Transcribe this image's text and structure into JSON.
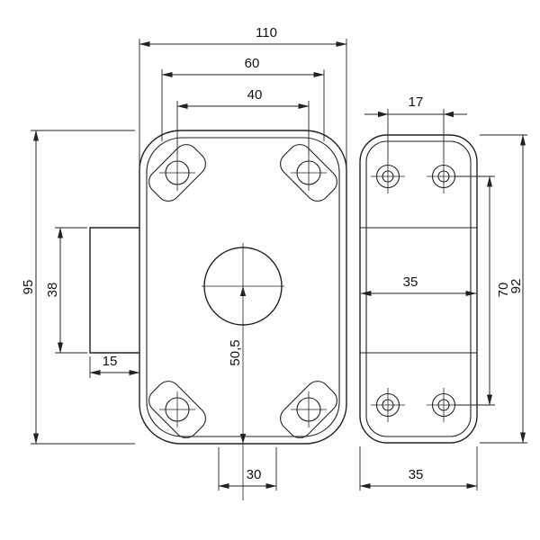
{
  "drawing": {
    "dimensions": {
      "body_width": "110",
      "top_outer_span": "60",
      "top_hole_spacing": "40",
      "plate_hole_spacing": "17",
      "body_height": "95",
      "boss_height": "38",
      "boss_width": "15",
      "axis_to_bottom": "50,5",
      "bottom_span": "30",
      "plate_width": "35",
      "plate_hole_pitch": "70",
      "plate_height": "92",
      "plate_bottom_width": "35"
    }
  }
}
